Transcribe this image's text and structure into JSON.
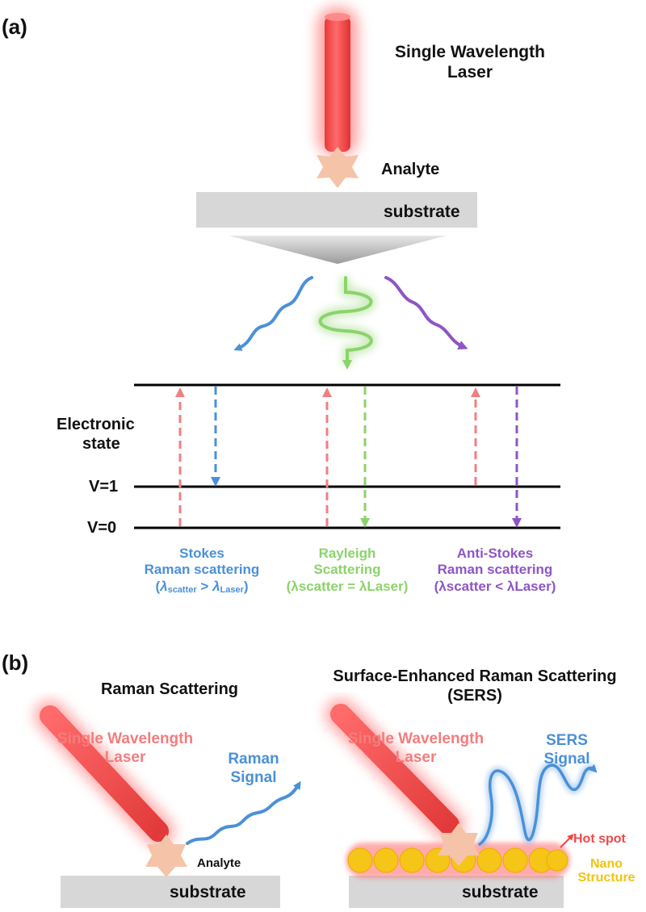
{
  "panel_a": {
    "label": "(a)",
    "laser_label": [
      "Single Wavelength",
      "Laser"
    ],
    "analyte_label": "Analyte",
    "substrate_label": "substrate",
    "electronic_state_label": [
      "Electronic",
      "state"
    ],
    "v1_label": "V=1",
    "v0_label": "V=0",
    "stokes": {
      "line1": "Stokes",
      "line2": "Raman scattering",
      "formula_open": "(",
      "lambda": "λ",
      "sub_scatter": "scatter",
      "relation": ">",
      "sub_laser": "Laser",
      "formula_close": ")"
    },
    "rayleigh": {
      "line1": "Rayleigh",
      "line2": "Scattering",
      "line3": "(λscatter = λLaser)"
    },
    "anti_stokes": {
      "line1": "Anti-Stokes",
      "line2": "Raman scattering",
      "line3": "(λscatter < λLaser)"
    }
  },
  "panel_b": {
    "label": "(b)",
    "left_title": "Raman Scattering",
    "right_title": [
      "Surface-Enhanced Raman Scattering",
      "(SERS)"
    ],
    "laser_label": [
      "Single Wavelength",
      "Laser"
    ],
    "raman_signal_label": [
      "Raman",
      "Signal"
    ],
    "sers_signal_label": [
      "SERS",
      "Signal"
    ],
    "analyte_label": "Analyte",
    "substrate_label": "substrate",
    "hot_spot_label": "Hot spot",
    "nano_structure_label": [
      "Nano",
      "Structure"
    ]
  },
  "colors": {
    "laser": "#f04848",
    "stokes": "#4a90d9",
    "rayleigh": "#8bd36a",
    "anti_stokes": "#8e55c4",
    "excitation": "#f08080",
    "substrate": "#d7d7d7",
    "analyte": "#f5c3a8",
    "nano": "#f1c40f"
  }
}
